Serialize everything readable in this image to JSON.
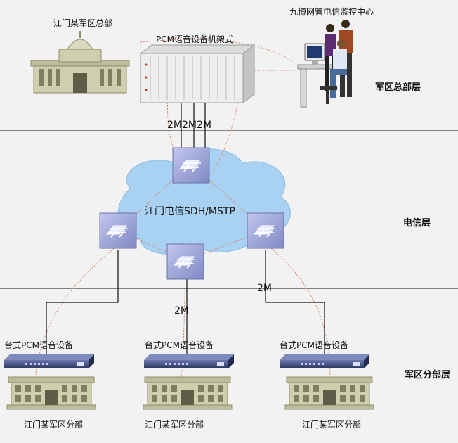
{
  "labels": {
    "hq": "江门某军区总部",
    "pcm_rack": "PCM语音设备机架式",
    "monitor_center": "九博网管电信监控中心",
    "link_2m_top": "2M2M2M",
    "cloud": "江门电信SDH/MSTP",
    "link_2m_right": "2M",
    "link_2m_mid": "2M",
    "desk_pcm": [
      "台式PCM语音设备",
      "台式PCM语音设备",
      "台式PCM语音设备"
    ],
    "branch": [
      "江门某军区分部",
      "江门某军区分部",
      "江门某军区分部"
    ]
  },
  "layers": {
    "hq": "军区总部层",
    "telecom": "电信层",
    "branch": "军区分部层"
  },
  "colors": {
    "background": "#f2f2f2",
    "cloud": "#a9d1f2",
    "switch": "#9aa3d8",
    "building": "#cfcfb0",
    "desk_device": "#3e4a80",
    "fiber": "#d08a6e",
    "line": "#111111"
  }
}
